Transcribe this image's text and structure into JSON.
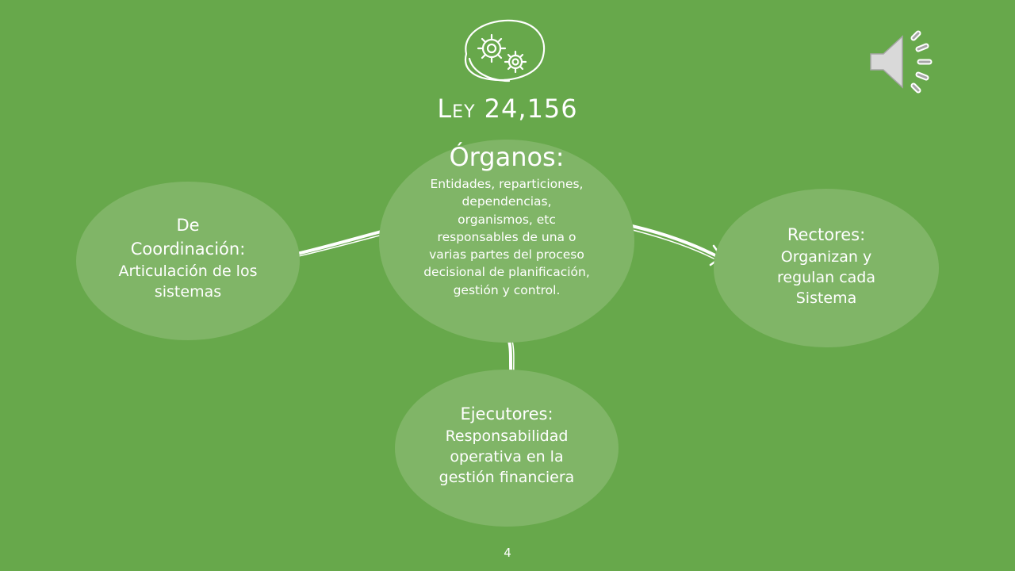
{
  "slide": {
    "title": "Ley 24,156",
    "page_number": "4",
    "background_color": "#67a84b",
    "bubble_color": "#80b567"
  },
  "icons": {
    "logo": "gears-icon",
    "audio": "speaker-icon"
  },
  "center": {
    "heading": "Órganos:",
    "text": "Entidades, reparticiones, dependencias, organismos, etc responsables de una o varias partes del proceso decisional de planificación, gestión y control."
  },
  "left": {
    "heading": "De Coordinación:",
    "text": "Articulación de los sistemas"
  },
  "right": {
    "heading": "Rectores:",
    "text": "Organizan y regulan cada Sistema"
  },
  "bottom": {
    "heading": "Ejecutores:",
    "text": "Responsabilidad operativa en la gestión financiera"
  }
}
